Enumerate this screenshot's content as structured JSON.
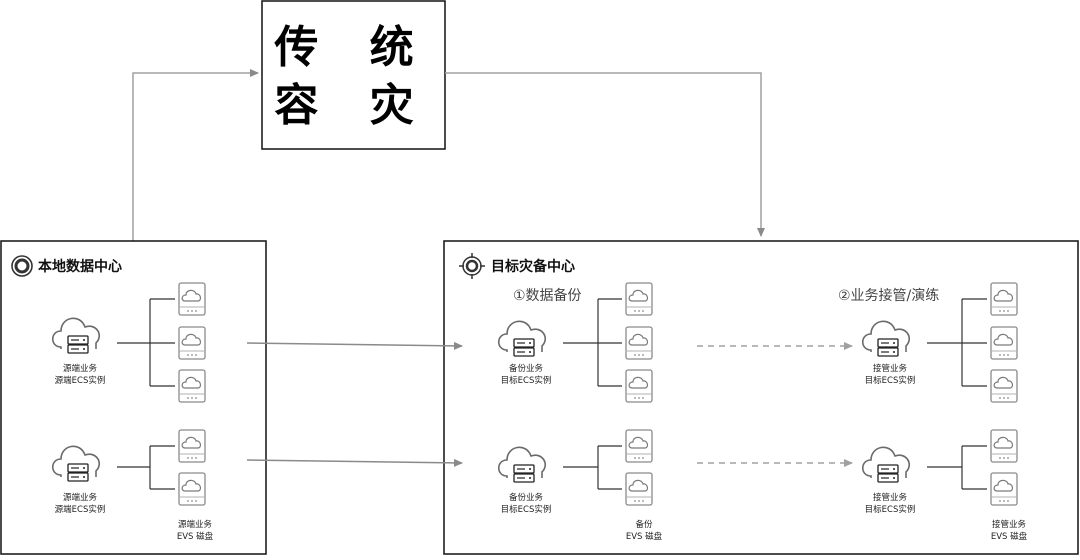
{
  "top_box": {
    "line1": "传 统",
    "line2": "容 灾"
  },
  "local_dc": {
    "title": "本地数据中心"
  },
  "target_dc": {
    "title": "目标灾备中心"
  },
  "steps": {
    "backup": "①数据备份",
    "takeover": "②业务接管/演练"
  },
  "labels": {
    "source_biz": "源端业务",
    "source_ecs": "源端ECS实例",
    "backup_biz": "备份业务",
    "target_ecs": "目标ECS实例",
    "takeover_biz": "接管业务",
    "evs_disk": "EVS 磁盘",
    "backup": "备份"
  },
  "icons": {
    "local_dc": "ring-icon",
    "target_dc": "crosshair-icon",
    "ecs": "cloud-server-icon",
    "disk": "cloud-disk-icon"
  }
}
